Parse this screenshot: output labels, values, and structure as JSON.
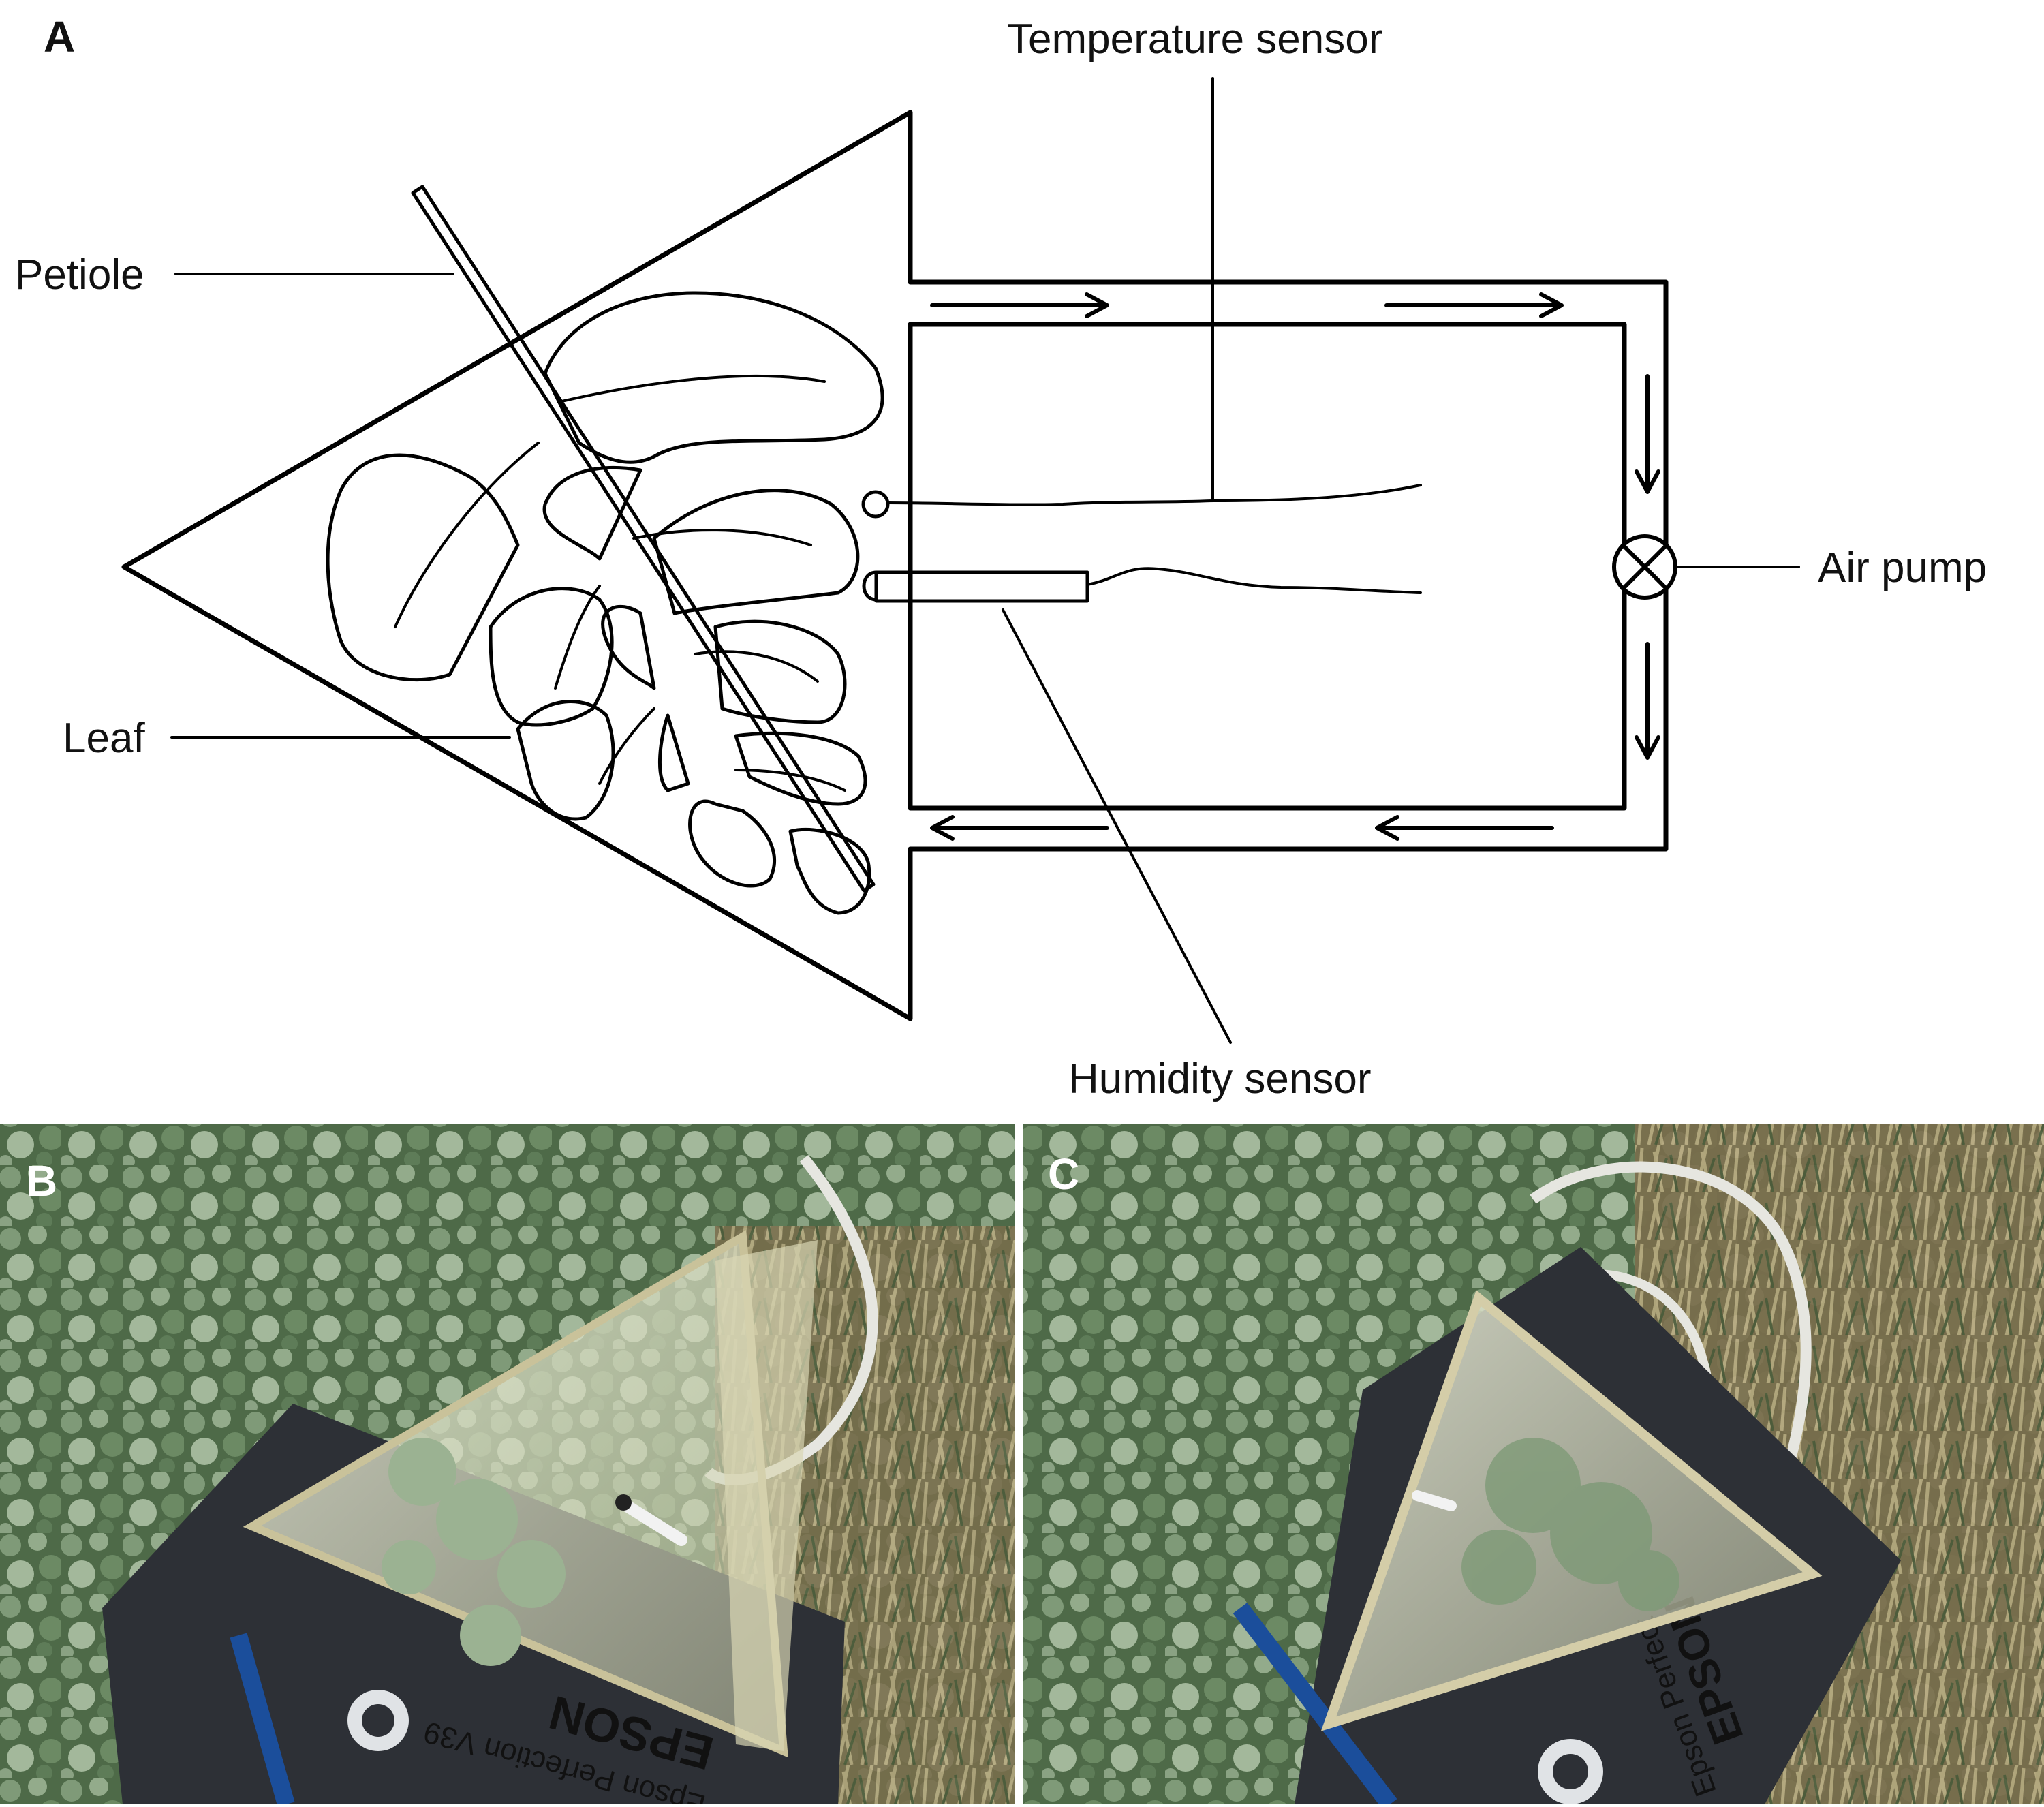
{
  "panels": {
    "a": {
      "letter": "A"
    },
    "b": {
      "letter": "B"
    },
    "c": {
      "letter": "C"
    }
  },
  "labels": {
    "temperature_sensor": "Temperature sensor",
    "petiole": "Petiole",
    "air_pump": "Air pump",
    "leaf": "Leaf",
    "humidity_sensor": "Humidity sensor"
  },
  "photo_b": {
    "box_text": "Epson Perfection V39",
    "box_brand": "EPSON"
  },
  "photo_c": {
    "box_text": "Epson Perfect",
    "box_brand": "EPSON"
  },
  "colors": {
    "line": "#000000",
    "foliage": "#5f7d5a",
    "foliage_light": "#8fa88a",
    "grass": "#8c7d55",
    "box_dark": "#2b2e33",
    "box_blue": "#1b4e9b",
    "acrylic": "#d8dcc4"
  }
}
